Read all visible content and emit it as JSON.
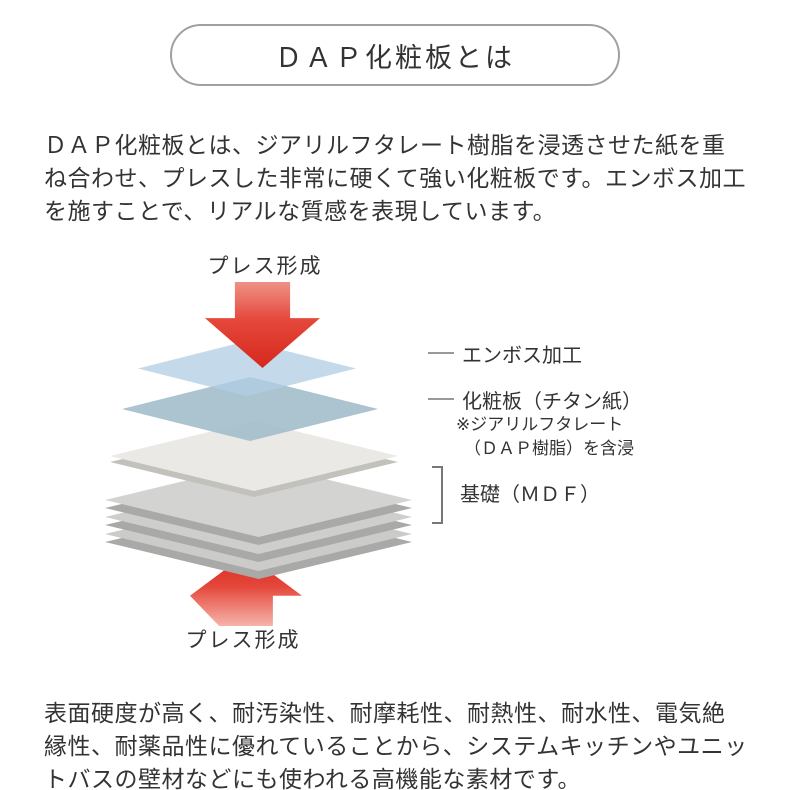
{
  "title": "ＤＡＰ化粧板とは",
  "intro": "ＤＡＰ化粧板とは、ジアリルフタレート樹脂を浸透させた紙を重ね合わせ、プレスした非常に硬くて強い化粧板です。エンボス加工を施すことで、リアルな質感を表現しています。",
  "diagram": {
    "press_top_label": "プレス形成",
    "press_bottom_label": "プレス形成",
    "labels": {
      "emboss": "エンボス加工",
      "decorative": "化粧板（チタン紙）",
      "note1": "※ジアリルフタレート",
      "note2": "（ＤＡＰ樹脂）を含浸",
      "base": "基礎（ＭＤＦ）"
    },
    "layers": [
      {
        "name": "emboss-sheet",
        "description": "エンボス加工"
      },
      {
        "name": "titanium-paper-sheet",
        "description": "化粧板（チタン紙）"
      },
      {
        "name": "decorative-board",
        "description": "化粧板"
      },
      {
        "name": "mdf-base-stack",
        "description": "基礎（ＭＤＦ）"
      }
    ]
  },
  "outro": "表面硬度が高く、耐汚染性、耐摩耗性、耐熱性、耐水性、電気絶縁性、耐薬品性に優れていることから、システムキッチンやユニットバスの壁材などにも使われる高機能な素材です。",
  "colors": {
    "text": "#333333",
    "title_border": "#a0a0a0",
    "arrow_red": "#d7281c",
    "sheet_light_blue": "#b0cde4",
    "sheet_blue_gray": "#a3bccb",
    "board_white": "#eae9e5",
    "mdf_gray": "#cfcfcd",
    "leader_line_gray": "#999999"
  }
}
